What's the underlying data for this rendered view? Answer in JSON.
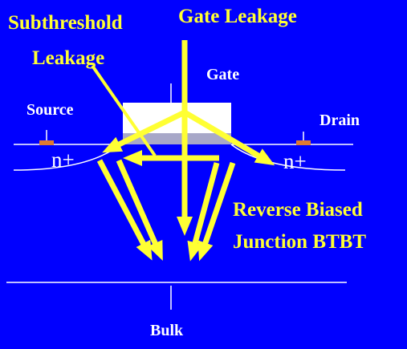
{
  "labels": {
    "gate_leakage": "Gate Leakage",
    "subthreshold_line1": "Subthreshold",
    "subthreshold_line2": "Leakage",
    "gate": "Gate",
    "source": "Source",
    "drain": "Drain",
    "n_plus_source": "n+",
    "n_plus_drain": "n+",
    "junction_line1": "Reverse Biased",
    "junction_line2": "Junction BTBT",
    "bulk": "Bulk"
  },
  "colors": {
    "background": "#0000ff",
    "arrow": "#ffff33",
    "label_text": "#ffff33",
    "device_lines": "#ffffff",
    "gate": "#ffffff",
    "gate_oxide": "#a8a8c8",
    "contact": "#e07a30"
  }
}
